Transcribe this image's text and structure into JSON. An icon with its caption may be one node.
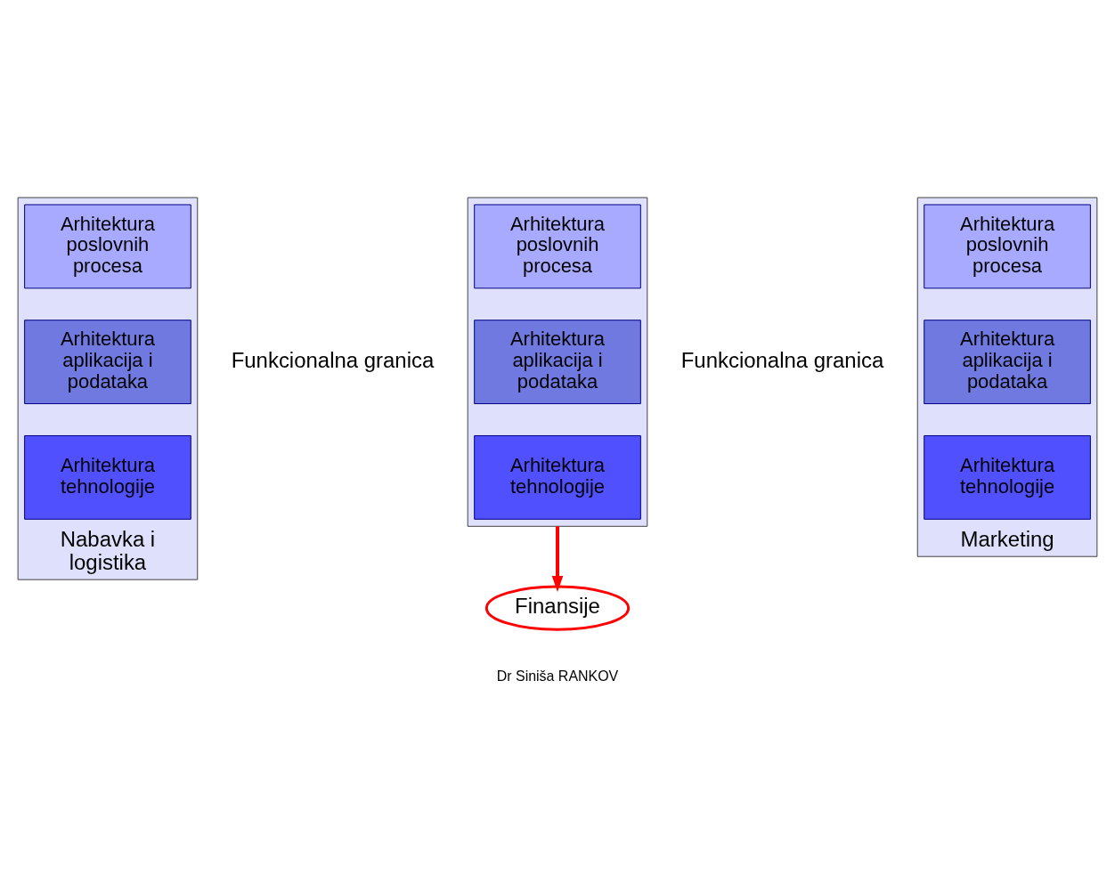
{
  "diagram": {
    "nodes": [
      {
        "text": [
          "Nabavka i logistika"
        ]
      },
      {
        "text": [
          "Arhitektura poslovnih procesa"
        ],
        "in": 0
      },
      {
        "text": [
          "Arhitektura aplikacija i podataka"
        ],
        "in": 0
      },
      {
        "text": [
          "Arhitektura tehnologije"
        ],
        "in": 0
      },
      {
        "text": [],
        "shape": "box"
      },
      {
        "text": [
          "Arhitektura poslovnih procesa"
        ],
        "in": 4
      },
      {
        "text": [
          "Arhitektura aplikacija i podataka"
        ],
        "in": 4
      },
      {
        "text": [
          "Arhitektura tehnologije"
        ],
        "in": 4
      },
      {
        "text": [
          "Marketing"
        ]
      },
      {
        "text": [
          "Arhitektura poslovnih procesa"
        ],
        "in": 8
      },
      {
        "text": [
          "Arhitektura aplikacija i podataka"
        ],
        "in": 8
      },
      {
        "text": [
          "Arhitektura tehnologije"
        ],
        "in": 8
      },
      {
        "text": [
          "Finansije"
        ]
      }
    ],
    "edges": [
      {
        "from": 4,
        "to": 12,
        "arrow": "to",
        "color": "#ff0000"
      }
    ],
    "labels": [
      "Funkcionalna granica",
      "Funkcionalna granica",
      "Dr Siniša RANKOV"
    ]
  }
}
